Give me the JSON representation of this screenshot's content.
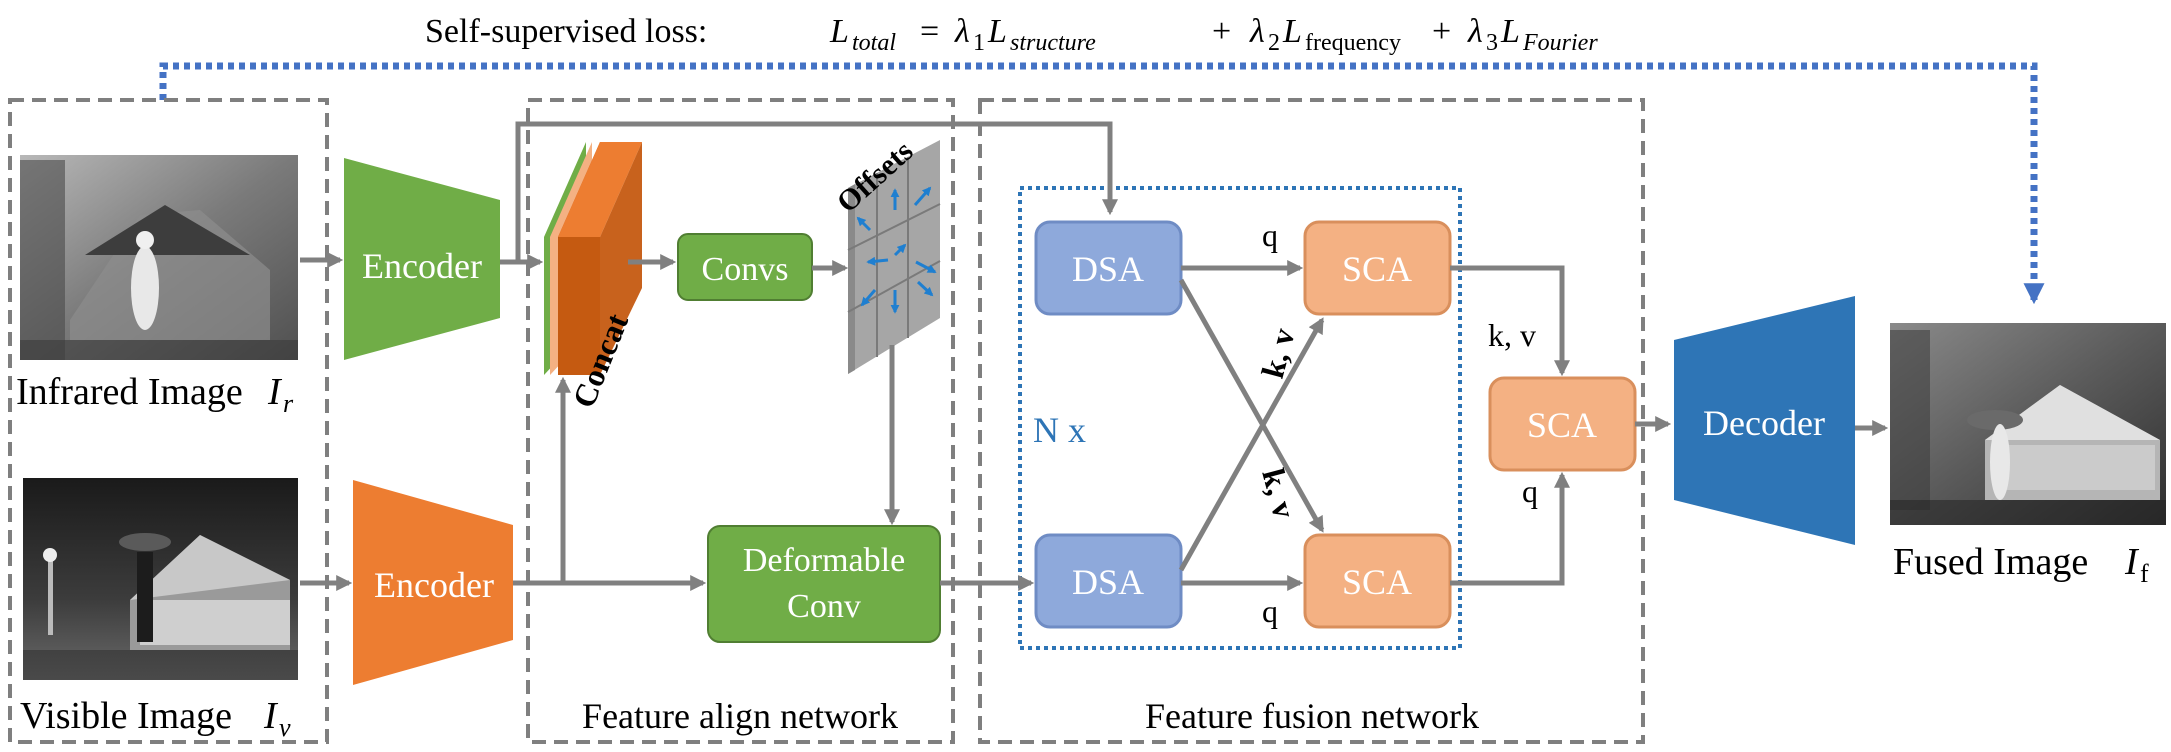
{
  "loss": {
    "prefix": "Self-supervised loss:",
    "L": "L",
    "total_sub": "total",
    "eq": "=",
    "lambda1": "λ",
    "one": "1",
    "structure_sub": "structure",
    "plus": "+",
    "lambda2": "λ",
    "two": "2",
    "frequency_sub": "frequency",
    "lambda3": "λ",
    "three": "3",
    "fourier_sub": "Fourier"
  },
  "inputs": {
    "infrared_label": "Infrared Image",
    "infrared_symbol": "I",
    "infrared_sub": "r",
    "visible_label": "Visible Image",
    "visible_symbol": "I",
    "visible_sub": "v"
  },
  "encoders": {
    "top": "Encoder",
    "bottom": "Encoder"
  },
  "align": {
    "concat": "Concat",
    "convs": "Convs",
    "offsets": "Offsets",
    "deform_line1": "Deformable",
    "deform_line2": "Conv",
    "section_label": "Feature align network"
  },
  "fusion": {
    "dsa_top": "DSA",
    "dsa_bottom": "DSA",
    "sca_top": "SCA",
    "sca_bottom": "SCA",
    "sca_final": "SCA",
    "repeat": "N x",
    "q_top": "q",
    "q_bottom": "q",
    "q_final": "q",
    "kv_cross_top": "k, v",
    "kv_cross_bottom": "k, v",
    "kv_final": "k, v",
    "section_label": "Feature fusion network"
  },
  "decoder": "Decoder",
  "output": {
    "label": "Fused Image",
    "symbol": "I",
    "sub": "f"
  },
  "colors": {
    "green": "#70AD47",
    "orange": "#ED7D31",
    "blue_dsa": "#8EA9DB",
    "peach_sca": "#F4B183",
    "decoder_blue": "#2E75B6",
    "arrow_gray": "#808080",
    "dash_gray": "#7F7F7F",
    "loss_blue": "#4472C4"
  }
}
